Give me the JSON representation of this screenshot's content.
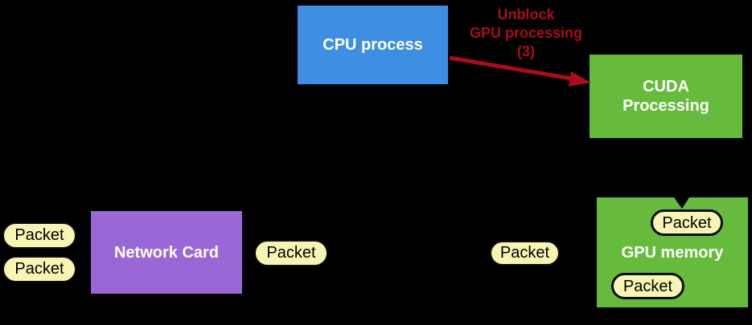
{
  "background": "#000000",
  "nodes": {
    "cpu_process": {
      "label": "CPU process",
      "fill": "#3e8ee3",
      "text_color": "#ffffff"
    },
    "cuda_processing": {
      "line1": "CUDA",
      "line2": "Processing",
      "fill": "#66bb3d",
      "text_color": "#ffffff"
    },
    "network_card": {
      "label": "Network Card",
      "fill": "#9a67d6",
      "text_color": "#ffffff"
    },
    "gpu_memory": {
      "label": "GPU memory",
      "fill": "#66bb3d",
      "text_color": "#ffffff"
    }
  },
  "annotation": {
    "line1": "Unblock",
    "line2": "GPU processing",
    "line3": "(3)",
    "color": "#a80e1c"
  },
  "arrow": {
    "color": "#a80e1c"
  },
  "packets": {
    "style": {
      "fill": "#f8f4b4",
      "border_color": "#0d0d06",
      "text_color": "#000000"
    },
    "items": [
      {
        "label": "Packet"
      },
      {
        "label": "Packet"
      },
      {
        "label": "Packet"
      },
      {
        "label": "Packet"
      },
      {
        "label": "Packet"
      },
      {
        "label": "Packet"
      }
    ]
  }
}
